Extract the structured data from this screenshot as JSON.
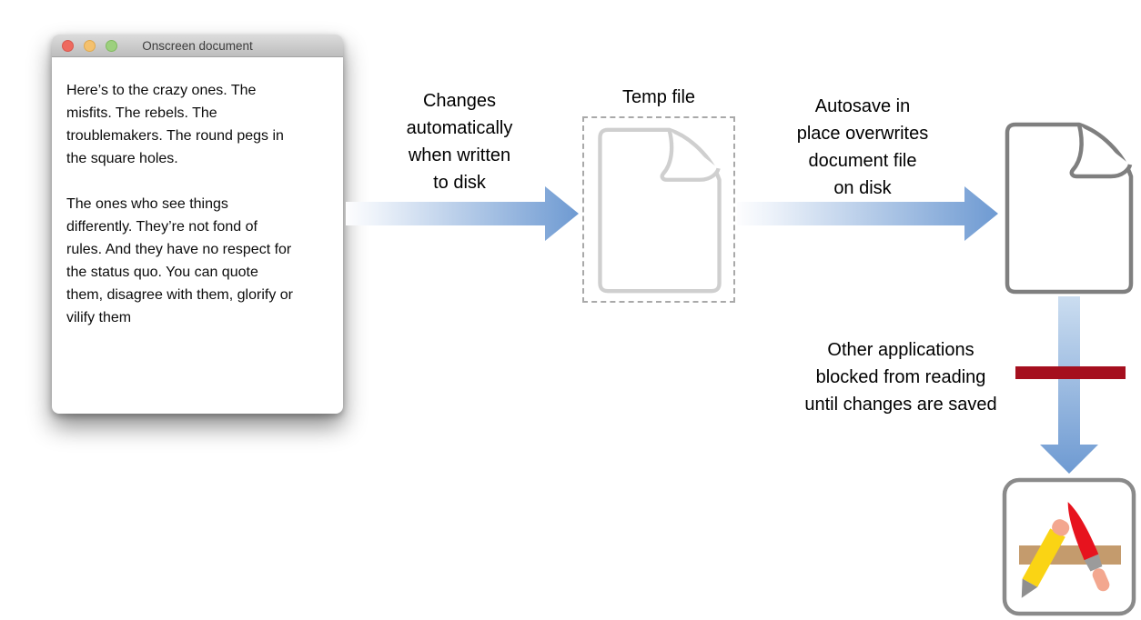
{
  "window": {
    "title": "Onscreen document",
    "paragraph1": "Here’s to the crazy ones. The\nmisfits. The rebels. The\ntroublemakers. The round pegs in\nthe square holes.",
    "paragraph2": "The ones who see things\ndifferently. They’re not fond of\nrules. And they have no respect for\nthe status quo. You can quote\nthem, disagree with them, glorify or\nvilify them"
  },
  "labels": {
    "changes": "Changes\nautomatically\nwhen written\nto disk",
    "temp_file": "Temp file",
    "autosave": "Autosave in\nplace overwrites\ndocument file\non disk",
    "blocked": "Other applications\nblocked from reading\nuntil changes are saved"
  },
  "icons": {
    "temp_document": "temp-document-icon",
    "saved_document": "document-icon",
    "applications": "applications-icon",
    "window_controls": [
      "close-icon",
      "minimize-icon",
      "zoom-icon"
    ]
  },
  "colors": {
    "arrow_blue": "#6e9ad2",
    "arrow_light": "#eef3fa",
    "block_bar_red": "#a50f1e",
    "temp_doc_stroke": "#cfcfcf",
    "doc_stroke": "#7f7f7f",
    "titlebar_gradient_top": "#dcdcdc",
    "titlebar_gradient_bottom": "#bdbdbd",
    "traffic_red": "#ee6a5f",
    "traffic_yellow": "#f4c16e",
    "traffic_green": "#9dd07e",
    "pencil_yellow": "#fad414",
    "brush_red": "#e7131e",
    "ruler_tan": "#c49b6d",
    "eraser_pink": "#f3a78f",
    "metal_gray": "#9b9b9b"
  }
}
